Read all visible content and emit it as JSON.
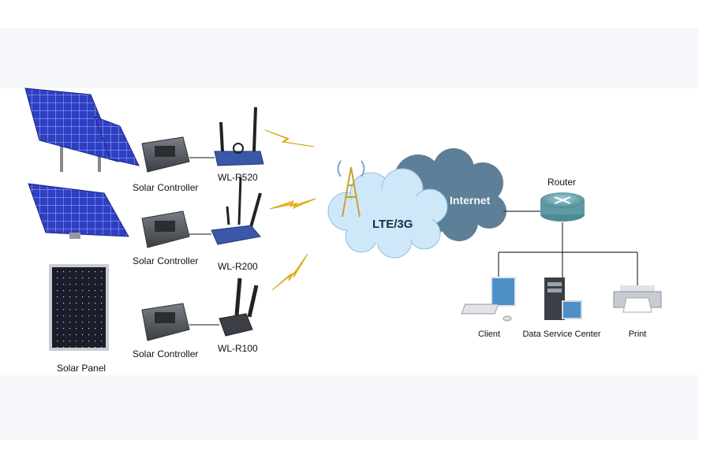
{
  "labels": {
    "solar_panel": "Solar Panel",
    "solar_controller": "Solar Controller",
    "wl_r520": "WL-R520",
    "wl_r200": "WL-R200",
    "wl_r100": "WL-R100",
    "lte": "LTE/3G",
    "internet": "Internet",
    "router": "Router",
    "client": "Client",
    "data_service_center": "Data Service Center",
    "print": "Print"
  },
  "colors": {
    "panel_blue": "#2f3fc4",
    "controller_gray": "#555a60",
    "router_blue": "#3a57a8",
    "lightning_yellow": "#f2c11a",
    "lte_cloud": "#cfe8f9",
    "internet_cloud": "#5d7f97",
    "router_teal": "#7fb3bb"
  }
}
